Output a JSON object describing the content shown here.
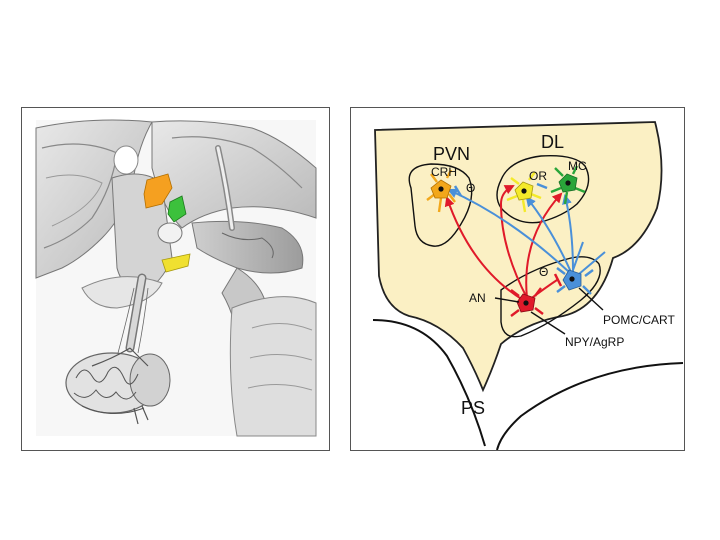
{
  "labels": {
    "pvn": "PVN",
    "dl": "DL",
    "crh": "CRH",
    "or": "OR",
    "mc": "MC",
    "an": "AN",
    "pomc_cart": "POMC/CART",
    "npy_agrp": "NPY/AgRP",
    "ps": "PS",
    "inhibit_symbol_1": "Θ",
    "inhibit_symbol_2": "Θ"
  },
  "colors": {
    "region_fill": "#fbf0c4",
    "crh_neuron": "#f2a71b",
    "or_neuron": "#f4ea2a",
    "mc_neuron": "#2aa53a",
    "pomc_neuron": "#4a90d9",
    "npy_neuron": "#e01a2a",
    "hl_orange": "#f5a020",
    "hl_green": "#3cc13c",
    "hl_yellow": "#f0e030"
  }
}
